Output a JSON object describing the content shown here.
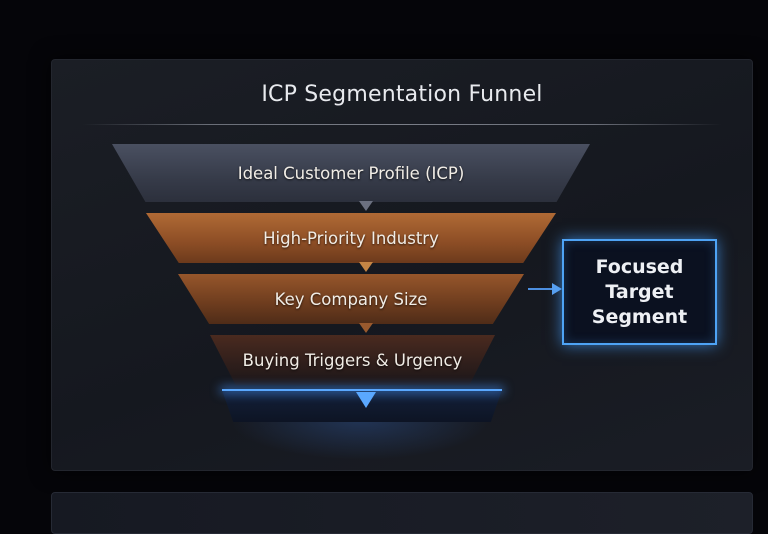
{
  "diagram": {
    "title": "ICP Segmentation Funnel",
    "stages": [
      {
        "label": "Ideal Customer Profile (ICP)",
        "color": "#3c4150"
      },
      {
        "label": "High-Priority Industry",
        "color": "#9a5a2d"
      },
      {
        "label": "Key Company Size",
        "color": "#7a4322"
      },
      {
        "label": "Buying Triggers & Urgency",
        "color": "#35211c"
      }
    ],
    "output": {
      "label": "Focused Target Segment",
      "lines": [
        "Focused",
        "Target",
        "Segment"
      ],
      "border_color": "#4ea3f5"
    },
    "accent_color": "#5aa8ff"
  }
}
